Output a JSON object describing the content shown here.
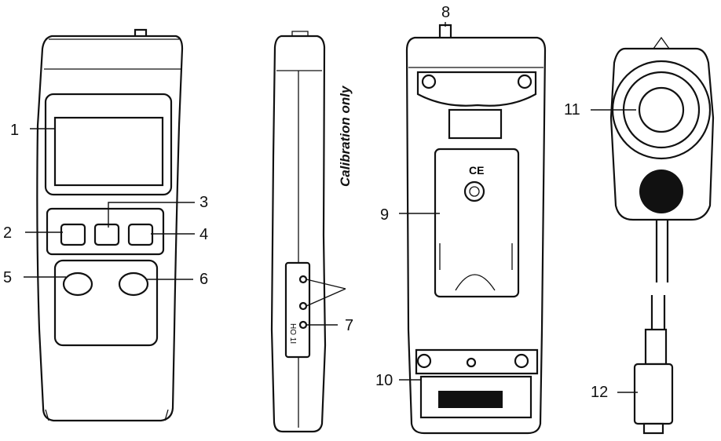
{
  "vertical_note": "Calibration only",
  "switch_label": "HO 1I",
  "ce_mark": "CE",
  "callouts": [
    "1",
    "2",
    "3",
    "4",
    "5",
    "6",
    "7",
    "8",
    "9",
    "10",
    "11",
    "12"
  ]
}
